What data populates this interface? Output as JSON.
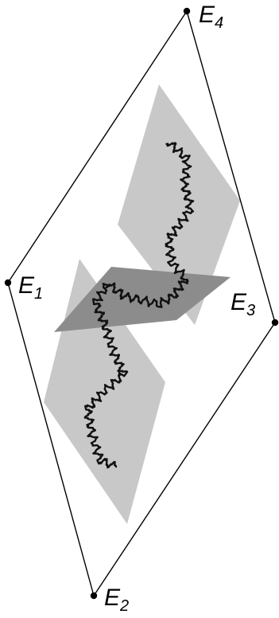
{
  "vertices": [
    {
      "id": "E1",
      "letter": "E",
      "sub": "1"
    },
    {
      "id": "E2",
      "letter": "E",
      "sub": "2"
    },
    {
      "id": "E3",
      "letter": "E",
      "sub": "3"
    },
    {
      "id": "E4",
      "letter": "E",
      "sub": "4"
    }
  ],
  "colors": {
    "outline": "#000000",
    "upper_plane": "#c8c8c8",
    "lower_plane": "#c8c8c8",
    "middle_plane": "#8c8c8c",
    "curve": "#111111"
  }
}
